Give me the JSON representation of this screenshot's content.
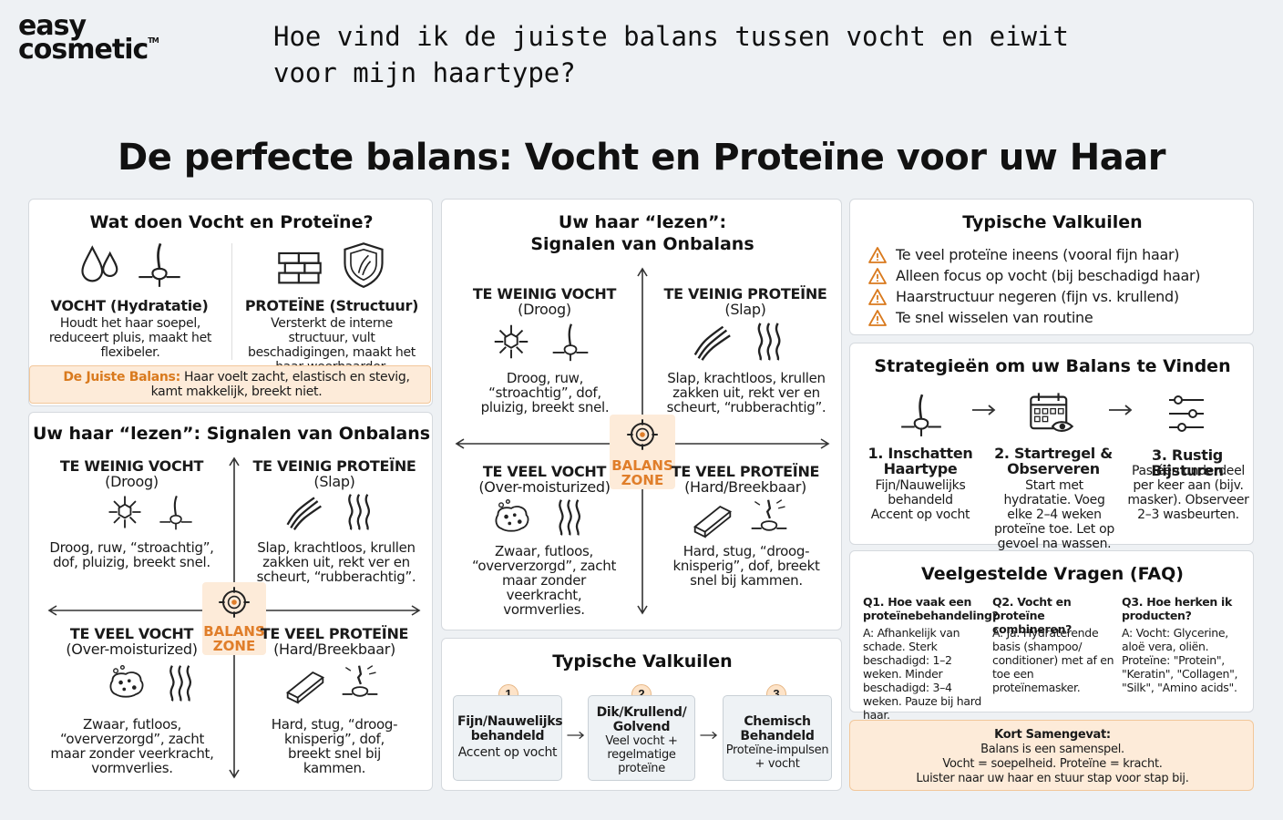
{
  "logo": {
    "line1": "easy",
    "line2": "cosmetic",
    "tm": "TM"
  },
  "question": "Hoe vind ik de juiste balans tussen vocht en eiwit voor mijn haartype?",
  "main_title": "De perfecte balans: Vocht en Proteïne voor uw Haar",
  "what": {
    "title": "Wat doen Vocht en Proteïne?",
    "vocht_title": "VOCHT (Hydratatie)",
    "vocht_text": "Houdt het haar soepel, reduceert pluis, maakt het flexibeler.",
    "proteine_title": "PROTEÏNE (Structuur)",
    "proteine_text": "Versterkt de interne structuur, vult beschadigingen, maakt het haar weerbaarder.",
    "balans_label": "De Juiste Balans:",
    "balans_text": "Haar voelt zacht, elastisch en stevig, kamt makkelijk, breekt niet."
  },
  "signals": {
    "title_left": "Uw haar “lezen”: Signalen van Onbalans",
    "title_center_1": "Uw haar “lezen”:",
    "title_center_2": "Signalen van Onbalans",
    "q1_title": "TE WEINIG VOCHT",
    "q1_sub": "(Droog)",
    "q1_text": "Droog, ruw, “stroachtig”, dof, pluizig, breekt snel.",
    "q2_title": "TE VEINIG PROTEÏNE",
    "q2_sub": "(Slap)",
    "q2_text": "Slap, krachtloos, krullen zakken uit, rekt ver en scheurt, “rubberachtig”.",
    "q3_title": "TE VEEL VOCHT",
    "q3_sub": "(Over-moisturized)",
    "q3_text": "Zwaar, futloos, “oververzorgd”, zacht maar zonder veerkracht, vormverlies.",
    "q4_title": "TE VEEL PROTEÏNE",
    "q4_sub": "(Hard/Breekbaar)",
    "q4_text_left": "Hard, stug, “droog-knisperig”, dof, breekt snel bij kammen.",
    "q4_text_center": "Hard, stug, “droog-knisperig”, dof, breekt snel bij kammen.",
    "zone_1": "BALANS",
    "zone_2": "ZONE"
  },
  "pitfalls": {
    "title": "Typische Valkuilen",
    "items": [
      "Te veel proteïne ineens (vooral fijn haar)",
      "Alleen focus op vocht (bij beschadigd haar)",
      "Haarstructuur negeren (fijn vs. krullend)",
      "Te snel wisselen van routine"
    ]
  },
  "pitfalls_types": {
    "title": "Typische Valkuilen",
    "steps": [
      {
        "num": "1",
        "title": "Fijn/Nauwelijks behandeld",
        "text": "Accent op vocht"
      },
      {
        "num": "2",
        "title": "Dik/Krullend/ Golvend",
        "text": "Veel vocht + regelmatige proteïne"
      },
      {
        "num": "3",
        "title": "Chemisch Behandeld",
        "text": "Proteïne-impulsen + vocht"
      }
    ]
  },
  "strategies": {
    "title": "Strategieën om uw Balans te Vinden",
    "steps": [
      {
        "title": "1. Inschatten Haartype",
        "text": "Fijn/Nauwelijks behandeld Accent op vocht"
      },
      {
        "title": "2. Startregel & Observeren",
        "text": "Start met hydratatie. Voeg elke 2–4 weken proteïne toe. Let op gevoel na wassen."
      },
      {
        "title": "3. Rustig Bijsturen",
        "text": "Pas één onderdeel per keer aan (bijv. masker). Observeer 2–3 wasbeurten."
      }
    ]
  },
  "faq": {
    "title": "Veelgestelde Vragen (FAQ)",
    "items": [
      {
        "q": "Q1. Hoe vaak een proteïnebehandeling?",
        "a": "A: Afhankelijk van schade. Sterk beschadigd: 1–2 weken. Minder beschadigd: 3–4 weken. Pauze bij hard haar."
      },
      {
        "q": "Q2. Vocht en proteïne combineren?",
        "a": "A: Ja. Hydraterende basis (shampoo/ conditioner) met af en toe een proteïnemasker."
      },
      {
        "q": "Q3. Hoe herken ik producten?",
        "a": "A: Vocht: Glycerine, aloë vera, oliën. Proteïne: \"Protein\", \"Keratin\", \"Collagen\", \"Silk\", \"Amino acids\"."
      }
    ]
  },
  "summary": {
    "title": "Kort Samengevat:",
    "line1": "Balans is een samenspel.",
    "line2": "Vocht = soepelheid. Proteïne = kracht.",
    "line3": "Luister naar uw haar en stuur stap voor stap bij."
  },
  "colors": {
    "accent": "#e07e2a",
    "warn": "#d97a1e",
    "panel_border": "#d5d9de",
    "balans_bg": "#fdebd9"
  }
}
